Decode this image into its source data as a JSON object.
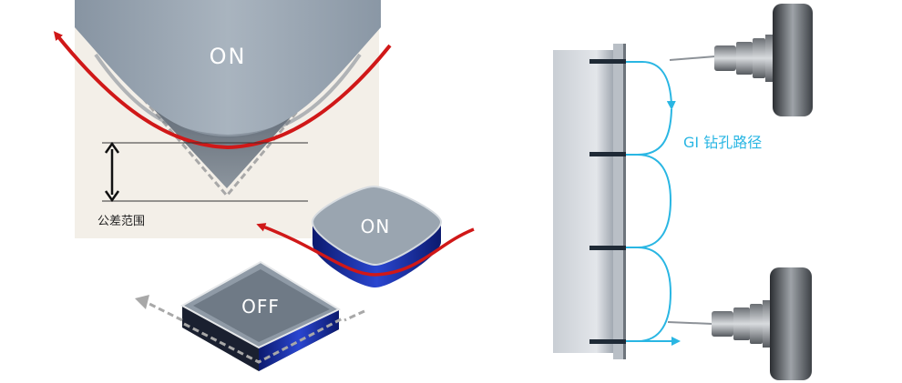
{
  "left_diagram": {
    "on_large_label": "ON",
    "tolerance_label": "公差范围",
    "on_small_label": "ON",
    "off_label": "OFF"
  },
  "right_diagram": {
    "path_label": "GI 钻孔路径"
  },
  "colors": {
    "panel_bg": "#f3efe8",
    "cone_gray": "#9aa5b0",
    "path_red": "#d01818",
    "path_cyan": "#29b6e3",
    "off_dashed": "#a8a8a8",
    "block_blue": "#1a2e9e"
  }
}
